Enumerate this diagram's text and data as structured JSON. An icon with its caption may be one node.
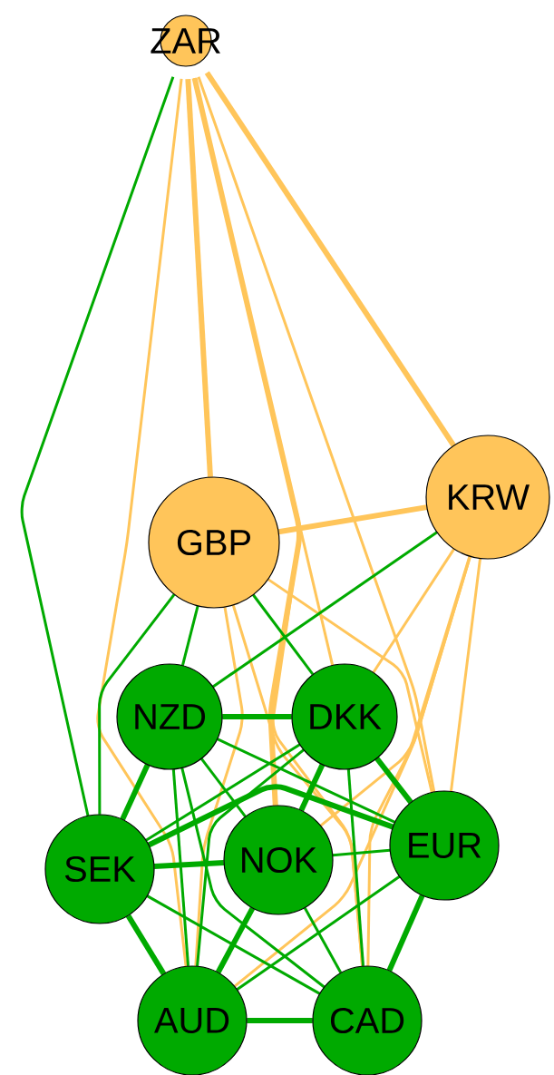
{
  "diagram": {
    "nodes": [
      {
        "text": [
          "ZAR"
        ]
      },
      {
        "text": [
          "KRW"
        ]
      },
      {
        "text": [
          "GBP"
        ]
      },
      {
        "text": [
          "NZD"
        ]
      },
      {
        "text": [
          "DKK"
        ]
      },
      {
        "text": [
          "SEK"
        ]
      },
      {
        "text": [
          "NOK"
        ]
      },
      {
        "text": [
          "EUR"
        ]
      },
      {
        "text": [
          "AUD"
        ]
      },
      {
        "text": [
          "CAD"
        ]
      }
    ],
    "edges": [
      {
        "from": 0,
        "to": 5,
        "arrow": "none"
      },
      {
        "from": 0,
        "to": 2,
        "arrow": "none",
        "style": "thick",
        "color": "#ffc55a"
      },
      {
        "from": 0,
        "to": 1,
        "arrow": "none",
        "style": "thick",
        "color": "#ffc55a"
      },
      {
        "from": 0,
        "to": 6,
        "arrow": "none",
        "style": "thick",
        "color": "#ffc55a"
      },
      {
        "from": 0,
        "to": 4,
        "arrow": "none",
        "color": "#ffc55a"
      },
      {
        "from": 0,
        "to": 7,
        "arrow": "none",
        "color": "#ffc55a"
      },
      {
        "from": 0,
        "to": 8,
        "arrow": "none",
        "color": "#ffc55a"
      },
      {
        "from": 0,
        "to": 9,
        "arrow": "none",
        "color": "#ffc55a"
      },
      {
        "from": 1,
        "to": 2,
        "arrow": "none",
        "style": "thick",
        "color": "#ffc55a"
      },
      {
        "from": 1,
        "to": 4,
        "arrow": "none",
        "color": "#ffc55a"
      },
      {
        "from": 1,
        "to": 6,
        "arrow": "none",
        "color": "#ffc55a"
      },
      {
        "from": 1,
        "to": 7,
        "arrow": "none",
        "color": "#ffc55a"
      },
      {
        "from": 1,
        "to": 8,
        "arrow": "none",
        "color": "#ffc55a"
      },
      {
        "from": 1,
        "to": 9,
        "arrow": "none",
        "color": "#ffc55a"
      },
      {
        "from": 2,
        "to": 7,
        "arrow": "none",
        "color": "#ffc55a"
      },
      {
        "from": 2,
        "to": 9,
        "arrow": "none",
        "color": "#ffc55a"
      },
      {
        "from": 2,
        "to": 8,
        "arrow": "none",
        "color": "#ffc55a"
      },
      {
        "from": 1,
        "to": 3,
        "arrow": "none"
      },
      {
        "from": 2,
        "to": 5,
        "arrow": "none"
      },
      {
        "from": 2,
        "to": 3,
        "arrow": "none"
      },
      {
        "from": 2,
        "to": 4,
        "arrow": "none"
      },
      {
        "from": 3,
        "to": 4,
        "arrow": "none",
        "style": "thick"
      },
      {
        "from": 3,
        "to": 5,
        "arrow": "none",
        "style": "thick"
      },
      {
        "from": 3,
        "to": 6,
        "arrow": "none"
      },
      {
        "from": 3,
        "to": 7,
        "arrow": "none"
      },
      {
        "from": 3,
        "to": 8,
        "arrow": "none"
      },
      {
        "from": 3,
        "to": 9,
        "arrow": "none"
      },
      {
        "from": 4,
        "to": 5,
        "arrow": "none"
      },
      {
        "from": 4,
        "to": 6,
        "arrow": "none",
        "style": "thick"
      },
      {
        "from": 4,
        "to": 7,
        "arrow": "none",
        "style": "thick"
      },
      {
        "from": 4,
        "to": 8,
        "arrow": "none"
      },
      {
        "from": 4,
        "to": 9,
        "arrow": "none"
      },
      {
        "from": 5,
        "to": 6,
        "arrow": "none",
        "style": "thick"
      },
      {
        "from": 5,
        "to": 7,
        "arrow": "none",
        "style": "thick"
      },
      {
        "from": 5,
        "to": 8,
        "arrow": "none",
        "style": "thick"
      },
      {
        "from": 5,
        "to": 9,
        "arrow": "none"
      },
      {
        "from": 6,
        "to": 7,
        "arrow": "none"
      },
      {
        "from": 6,
        "to": 8,
        "arrow": "none",
        "style": "thick"
      },
      {
        "from": 6,
        "to": 9,
        "arrow": "none"
      },
      {
        "from": 7,
        "to": 8,
        "arrow": "none"
      },
      {
        "from": 7,
        "to": 9,
        "arrow": "none",
        "style": "thick"
      },
      {
        "from": 8,
        "to": 9,
        "arrow": "none",
        "style": "thick"
      }
    ]
  }
}
